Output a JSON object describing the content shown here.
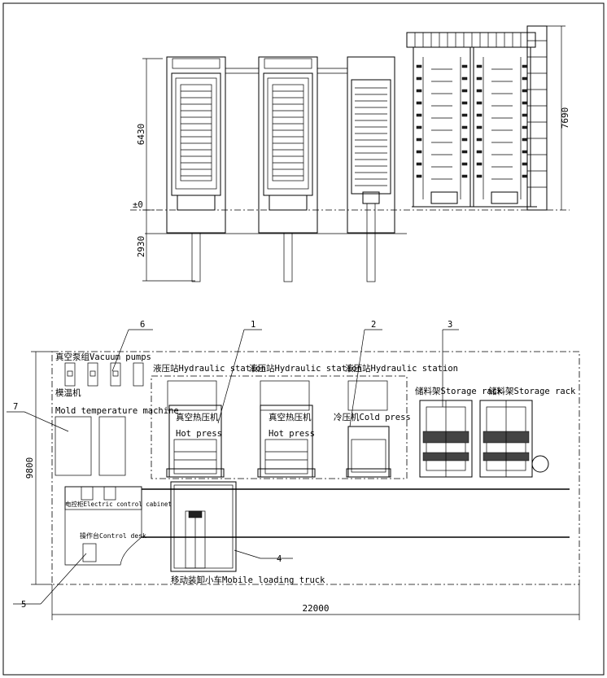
{
  "drawing": {
    "dimensions": {
      "elev_height_press": "6430",
      "elev_height_rack": "7690",
      "pit_depth": "2930",
      "zero_level": "±0",
      "plan_width": "9800",
      "plan_length": "22000"
    },
    "callouts": [
      "1",
      "2",
      "3",
      "4",
      "5",
      "6",
      "7"
    ],
    "labels": {
      "vacuum_pumps": "真空泵组Vacuum pumps",
      "mold_temp_cn": "模温机",
      "mold_temp_en": "Mold temperature machine",
      "hydraulic_1": "液压站Hydraulic station",
      "hydraulic_2": "液压站Hydraulic station",
      "hydraulic_3": "液压站Hydraulic station",
      "storage_rack_1": "储料架Storage rack",
      "storage_rack_2": "储料架Storage rack",
      "hot_press_1_cn": "真空热压机",
      "hot_press_1_en": "Hot press",
      "hot_press_2_cn": "真空热压机",
      "hot_press_2_en": "Hot press",
      "cold_press": "冷压机Cold press",
      "electric_cabinet": "电控柜Electric control cabinet",
      "control_desk": "操作台Control desk",
      "loading_truck": "移动装卸小车Mobile loading truck"
    }
  }
}
